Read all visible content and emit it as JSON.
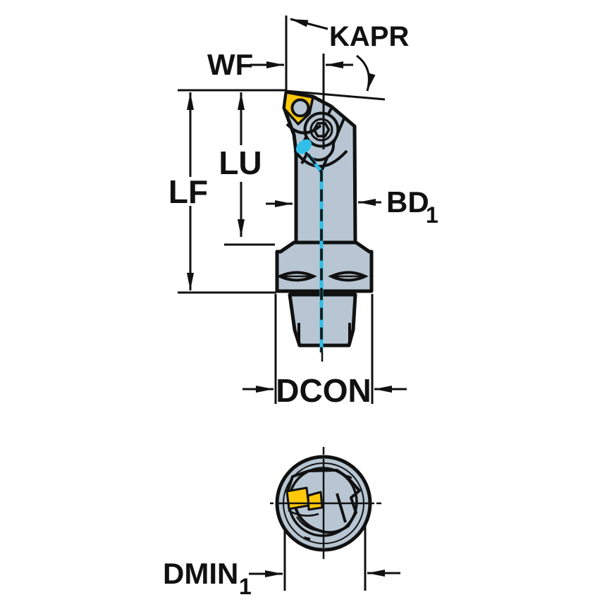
{
  "labels": {
    "kapr": "KAPR",
    "wf": "WF",
    "lu": "LU",
    "lf": "LF",
    "bd": {
      "base": "BD",
      "sub": "1"
    },
    "dcon": "DCON",
    "dmin": {
      "base": "DMIN",
      "sub": "1"
    }
  },
  "colors": {
    "body_fill": "#b7c6d2",
    "insert_yellow": "#ffc907",
    "coolant_cyan": "#2fbfe9",
    "line_black": "#111111",
    "background": "#ffffff"
  }
}
